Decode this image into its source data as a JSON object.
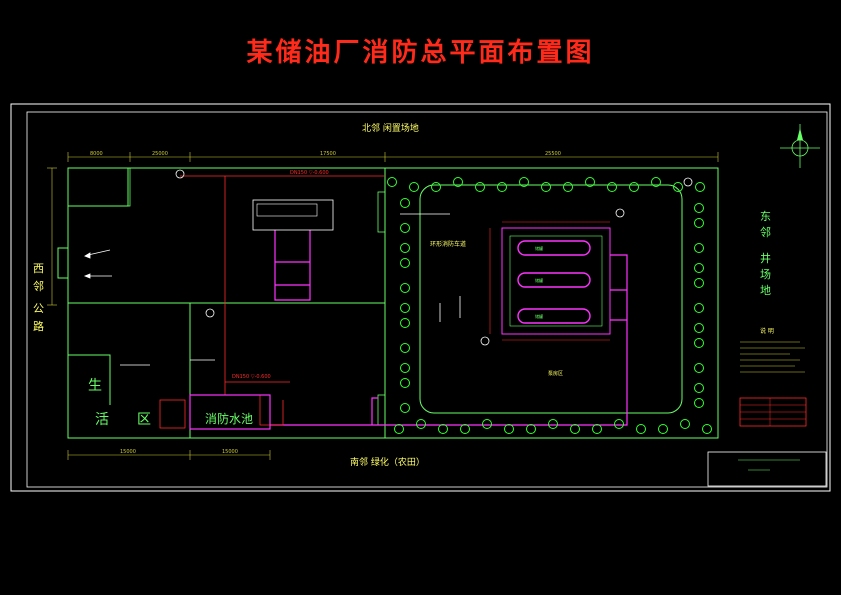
{
  "title": "某储油厂消防总平面布置图",
  "labels": {
    "north": "北邻  闲置场地",
    "south": "南邻  绿化（农田）",
    "west": [
      "西",
      "邻",
      "公",
      "路"
    ],
    "east": [
      "东",
      "邻",
      "井",
      "场",
      "地"
    ],
    "life_zone": [
      "生",
      "活",
      "区"
    ],
    "fire_pool": "消防水池",
    "ring_road": "环形消防车道",
    "pump_area": "泵房区",
    "legend_title": "说 明"
  },
  "dimensions": {
    "top_left": "8000",
    "top_mid": "25000",
    "top_right": "17500",
    "top_far": "25500",
    "bottom_left": "15000",
    "bottom_mid": "15000"
  },
  "colors": {
    "frame": "#ffffff",
    "wall": "#66ff66",
    "pipe": "#ff2a2a",
    "tank": "#ff33ff",
    "text": "#ffff66",
    "dim": "#cccc33",
    "tree": "#33ff33"
  }
}
